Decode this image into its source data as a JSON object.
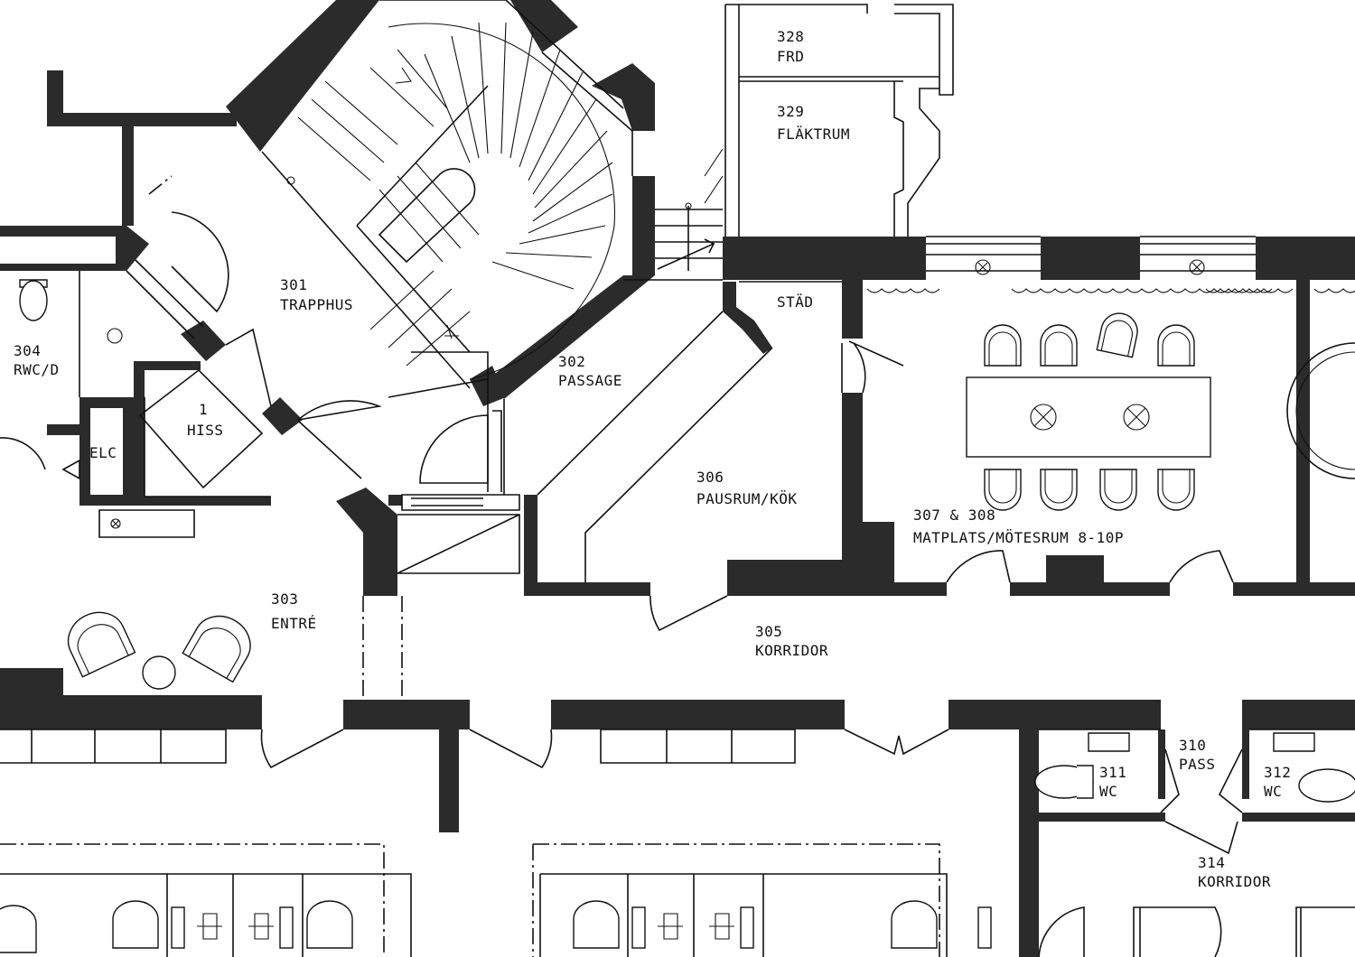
{
  "rooms": [
    {
      "number": "328",
      "name": "FRD"
    },
    {
      "number": "329",
      "name": "FLÄKTRUM"
    },
    {
      "number": "301",
      "name": "TRAPPHUS"
    },
    {
      "number": "302",
      "name": "PASSAGE"
    },
    {
      "number": "304",
      "name": "RWC/D"
    },
    {
      "number": "1",
      "name": "HISS"
    },
    {
      "number": "",
      "name": "ELC"
    },
    {
      "number": "",
      "name": "STÄD"
    },
    {
      "number": "306",
      "name": "PAUSRUM/KÖK"
    },
    {
      "number": "307 & 308",
      "name": "MATPLATS/MÖTESRUM 8-10P"
    },
    {
      "number": "303",
      "name": "ENTRÉ"
    },
    {
      "number": "305",
      "name": "KORRIDOR"
    },
    {
      "number": "310",
      "name": "PASS"
    },
    {
      "number": "311",
      "name": "WC"
    },
    {
      "number": "312",
      "name": "WC"
    },
    {
      "number": "314",
      "name": "KORRIDOR"
    }
  ]
}
